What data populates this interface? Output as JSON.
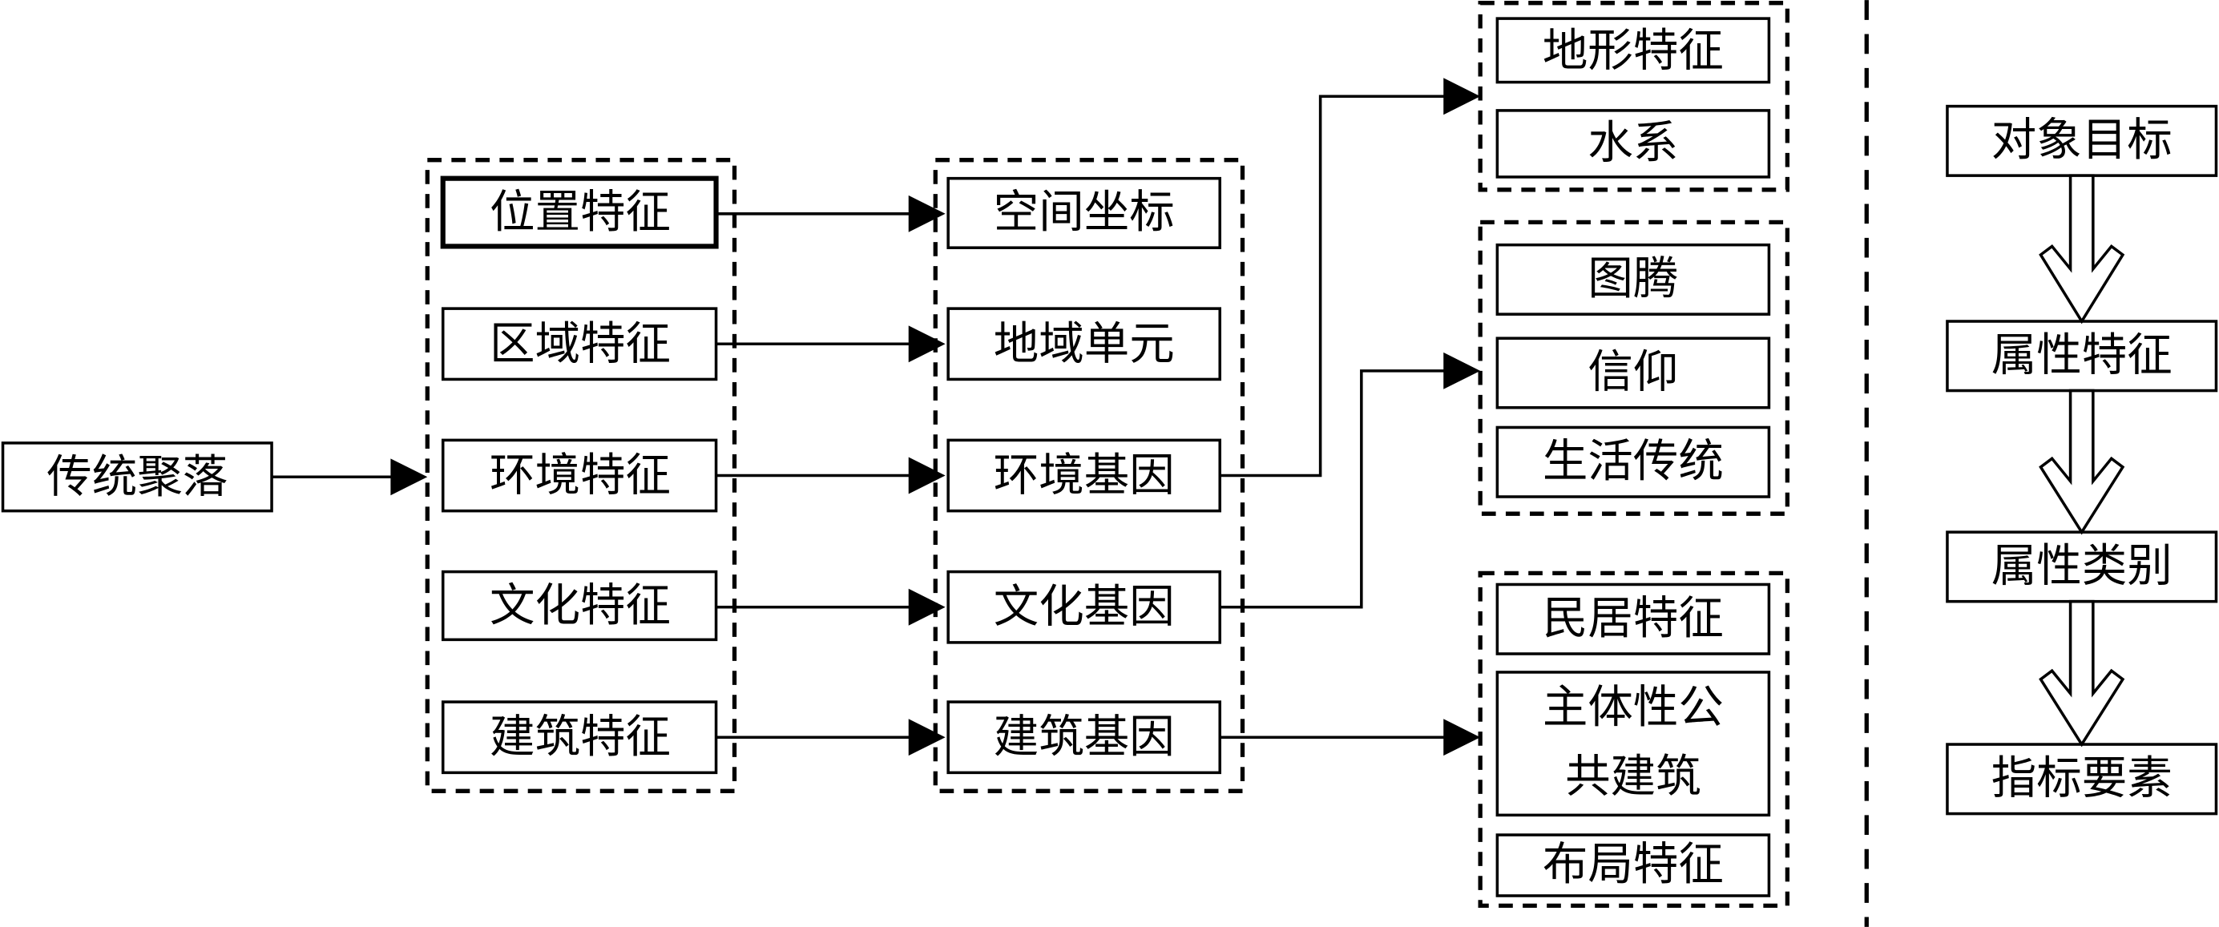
{
  "root": {
    "label": "传统聚落"
  },
  "features": [
    {
      "label": "位置特征"
    },
    {
      "label": "区域特征"
    },
    {
      "label": "环境特征"
    },
    {
      "label": "文化特征"
    },
    {
      "label": "建筑特征"
    }
  ],
  "genes": [
    {
      "label": "空间坐标"
    },
    {
      "label": "地域单元"
    },
    {
      "label": "环境基因"
    },
    {
      "label": "文化基因"
    },
    {
      "label": "建筑基因"
    }
  ],
  "env_group": [
    {
      "label": "地形特征"
    },
    {
      "label": "水系"
    }
  ],
  "culture_group": [
    {
      "label": "图腾"
    },
    {
      "label": "信仰"
    },
    {
      "label": "生活传统"
    }
  ],
  "arch_group": [
    {
      "label": "民居特征"
    },
    {
      "label": "主体性公",
      "line2": "共建筑"
    },
    {
      "label": "布局特征"
    }
  ],
  "legend": [
    {
      "label": "对象目标"
    },
    {
      "label": "属性特征"
    },
    {
      "label": "属性类别"
    },
    {
      "label": "指标要素"
    }
  ]
}
